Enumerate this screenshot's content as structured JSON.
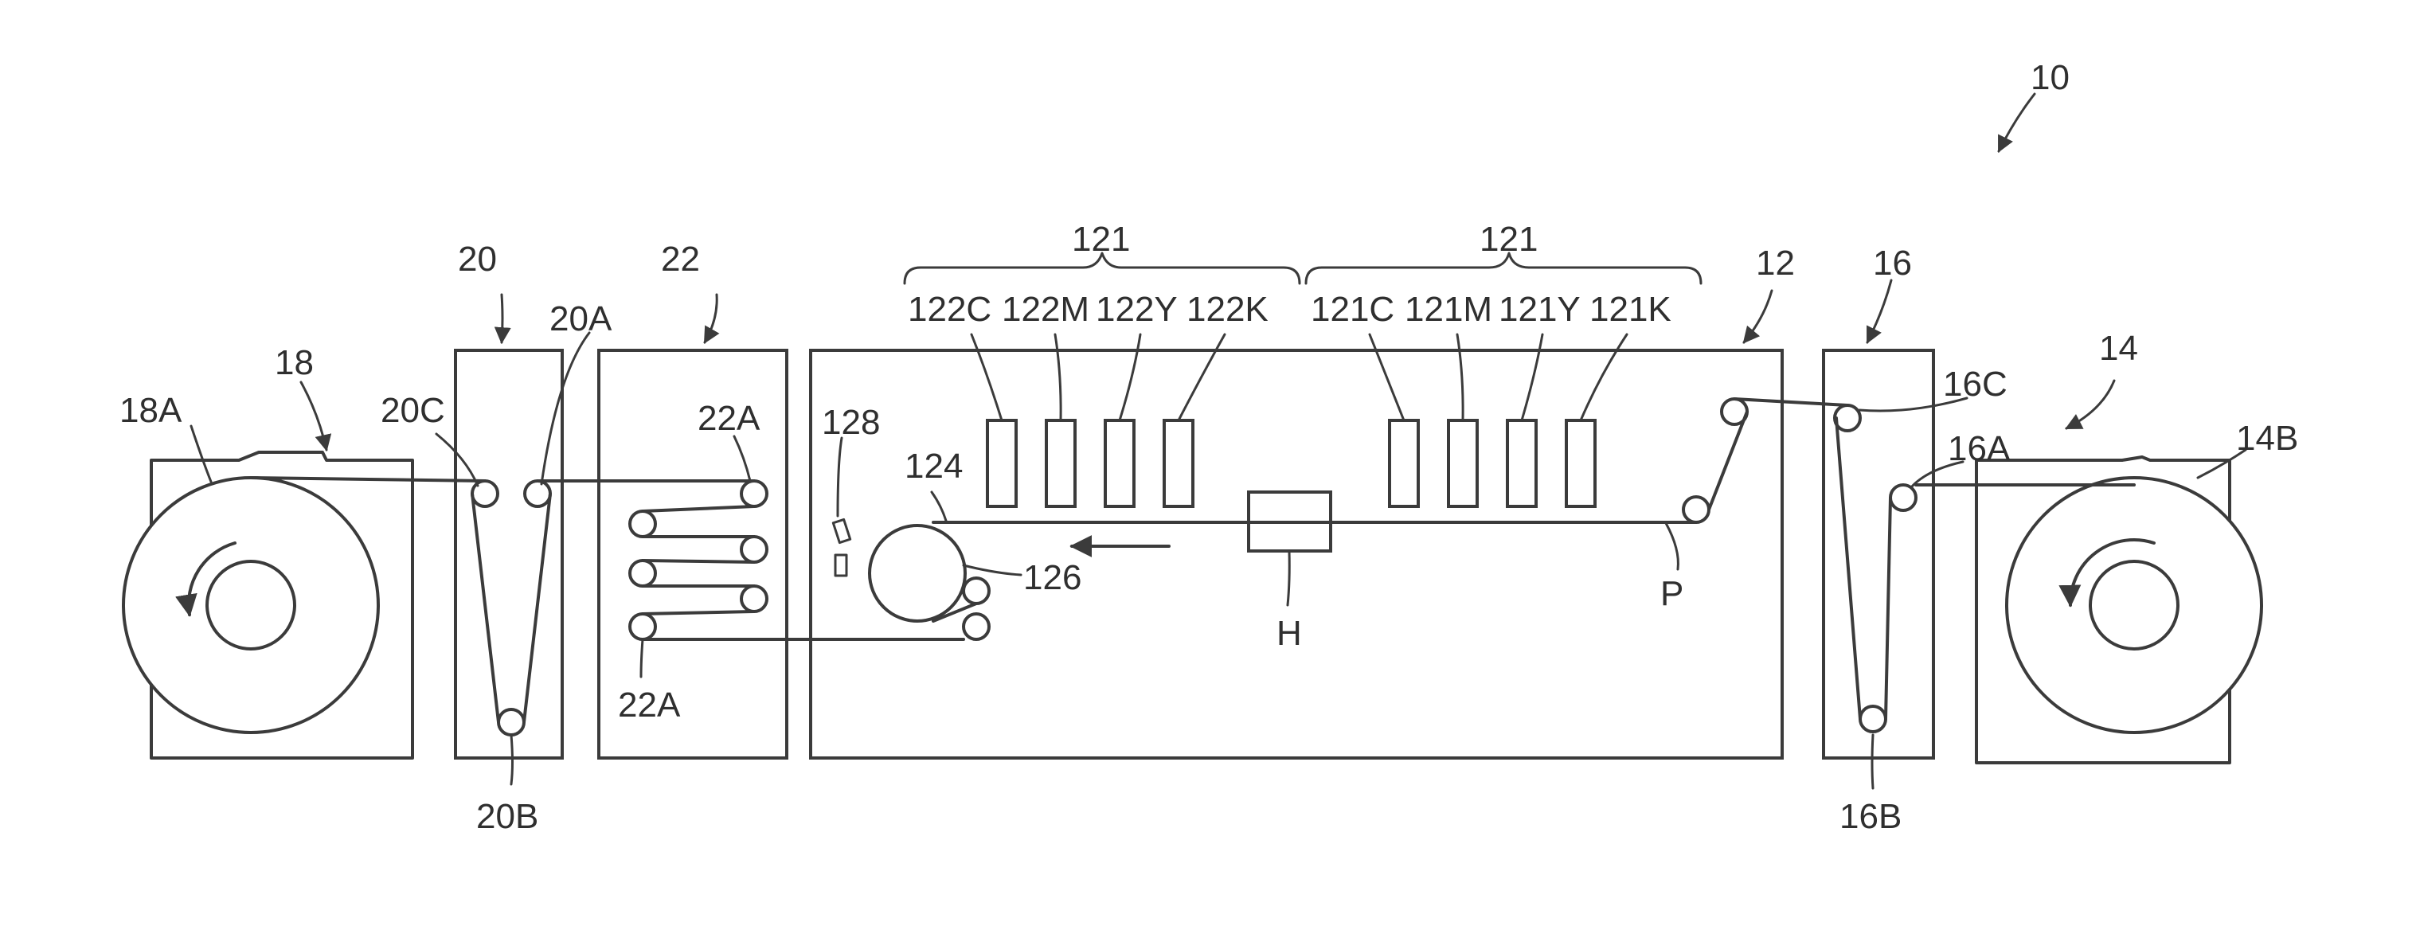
{
  "figure": {
    "ref_10": "10",
    "ref_12": "12",
    "ref_14": "14",
    "ref_14B": "14B",
    "ref_16": "16",
    "ref_16A": "16A",
    "ref_16B": "16B",
    "ref_16C": "16C",
    "ref_18": "18",
    "ref_18A": "18A",
    "ref_20": "20",
    "ref_20A": "20A",
    "ref_20B": "20B",
    "ref_20C": "20C",
    "ref_22": "22",
    "ref_22A_top": "22A",
    "ref_22A_bottom": "22A",
    "ref_121_left": "121",
    "ref_121_right": "121",
    "heads_122": [
      "122C",
      "122M",
      "122Y",
      "122K"
    ],
    "heads_121": [
      "121C",
      "121M",
      "121Y",
      "121K"
    ],
    "ref_124": "124",
    "ref_126": "126",
    "ref_128": "128",
    "ref_H": "H",
    "ref_P": "P"
  }
}
